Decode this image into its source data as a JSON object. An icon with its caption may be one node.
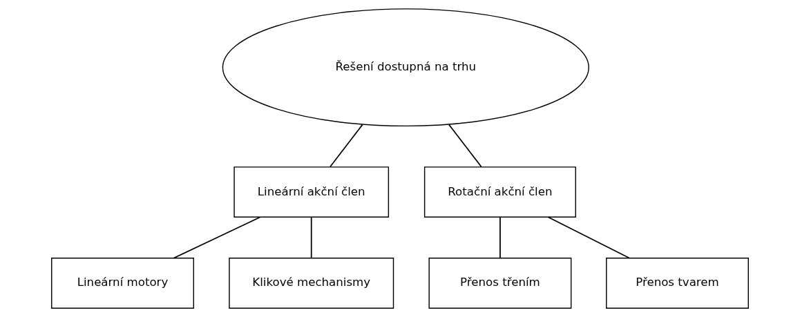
{
  "diagram": {
    "nodes": [
      {
        "text": [
          "Řešení dostupná na trhu"
        ]
      },
      {
        "text": [
          "Lineární akční člen"
        ]
      },
      {
        "text": [
          "Rotační akční člen"
        ]
      },
      {
        "text": [
          "Lineární motory"
        ]
      },
      {
        "text": [
          "Klikové mechanismy"
        ]
      },
      {
        "text": [
          "Přenos třením"
        ]
      },
      {
        "text": [
          "Přenos tvarem"
        ]
      }
    ],
    "edges": [
      {
        "from": 0,
        "to": 1,
        "arrow": "none"
      },
      {
        "from": 0,
        "to": 2,
        "arrow": "none"
      },
      {
        "from": 1,
        "to": 3,
        "arrow": "none"
      },
      {
        "from": 1,
        "to": 4,
        "arrow": "none"
      },
      {
        "from": 2,
        "to": 5,
        "arrow": "none"
      },
      {
        "from": 2,
        "to": 6,
        "arrow": "none"
      }
    ]
  }
}
